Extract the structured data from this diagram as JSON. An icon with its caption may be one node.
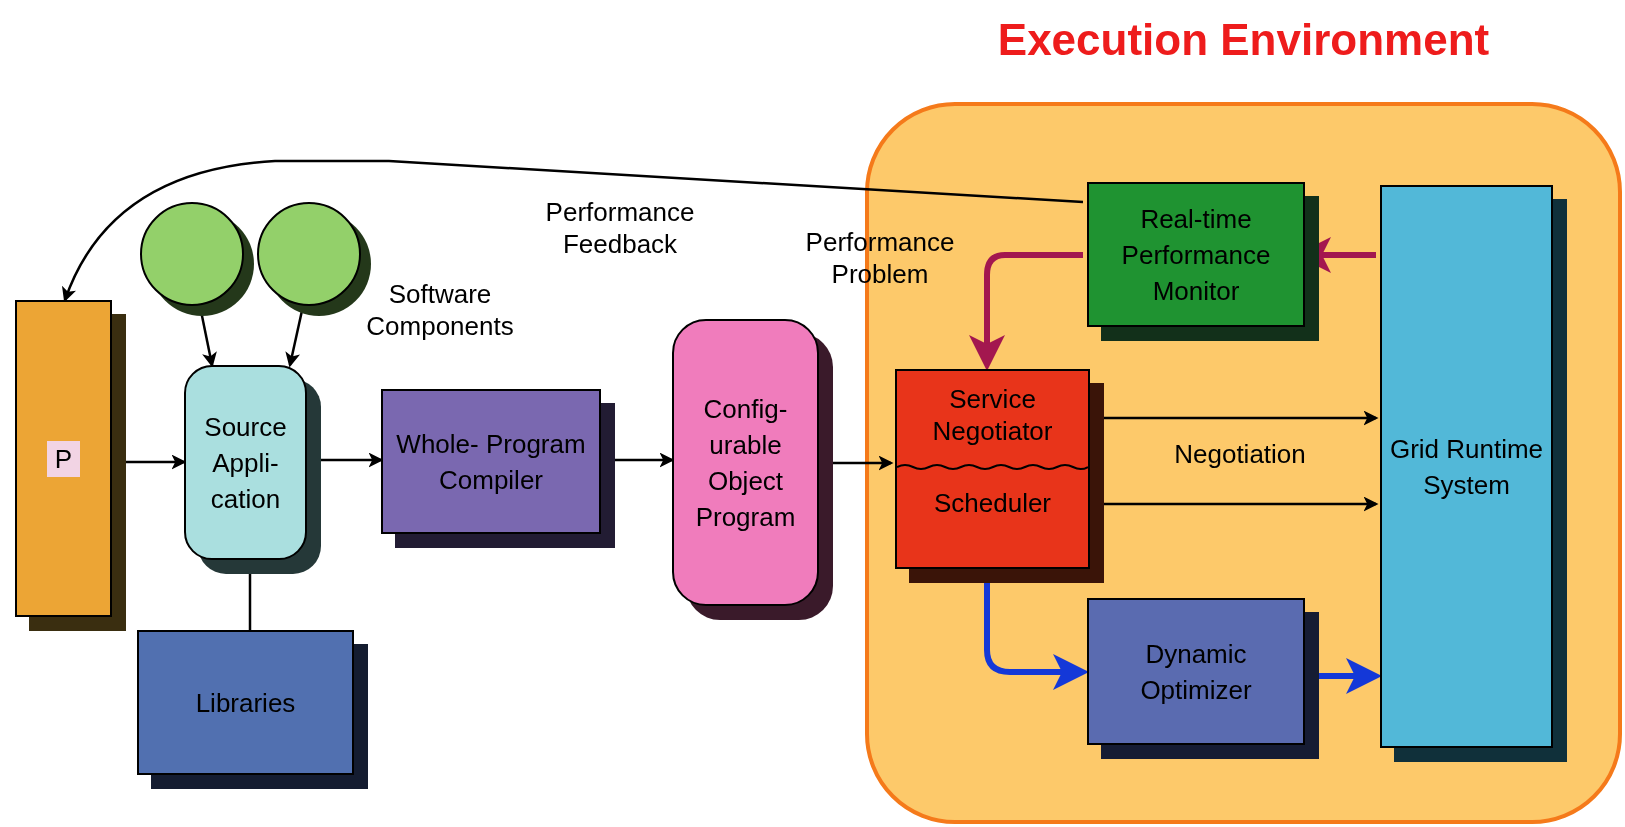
{
  "diagram": {
    "nodes": [
      {
        "text": [
          "Execution Environment"
        ]
      },
      {
        "text": [
          "P"
        ]
      },
      {
        "text": [],
        "shape": "circle"
      },
      {
        "text": [],
        "shape": "circle"
      },
      {
        "text": [
          "Source Appli- cation"
        ]
      },
      {
        "text": [
          "Libraries"
        ]
      },
      {
        "text": [
          "Whole- Program Compiler"
        ]
      },
      {
        "text": [
          "Config- urable Object Program"
        ]
      },
      {
        "text": [
          "Real-time Performance Monitor"
        ],
        "in": 0
      },
      {
        "text": [
          "Service Negotiator",
          "Scheduler"
        ],
        "in": 0
      },
      {
        "text": [
          "Grid Runtime System"
        ],
        "in": 0
      },
      {
        "text": [
          "Dynamic Optimizer"
        ],
        "in": 0
      }
    ],
    "edges": [
      {
        "from": 8,
        "to": 1,
        "arrow": "to",
        "label": "Performance Feedback"
      },
      {
        "from": 2,
        "to": 4,
        "arrow": "to"
      },
      {
        "from": 3,
        "to": 4,
        "arrow": "to"
      },
      {
        "from": 5,
        "to": 4,
        "arrow": "to"
      },
      {
        "from": 1,
        "to": 4,
        "arrow": "to"
      },
      {
        "from": 4,
        "to": 6,
        "arrow": "to"
      },
      {
        "from": 6,
        "to": 7,
        "arrow": "to"
      },
      {
        "from": 7,
        "to": 9,
        "arrow": "to"
      },
      {
        "from": 10,
        "to": 8,
        "arrow": "to",
        "style": "thick",
        "color": "#a3174f"
      },
      {
        "from": 8,
        "to": 9,
        "arrow": "to",
        "label": "Performance Problem",
        "style": "thick",
        "color": "#a3174f"
      },
      {
        "from": 9,
        "to": 10,
        "arrow": "both"
      },
      {
        "from": 9,
        "to": 10,
        "arrow": "both"
      },
      {
        "from": 9,
        "to": 11,
        "arrow": "to",
        "style": "thick",
        "color": "#1438d8"
      },
      {
        "from": 11,
        "to": 10,
        "arrow": "to",
        "style": "thick",
        "color": "#1438d8"
      }
    ],
    "labels": [
      "Software Components",
      "Negotiation"
    ]
  }
}
